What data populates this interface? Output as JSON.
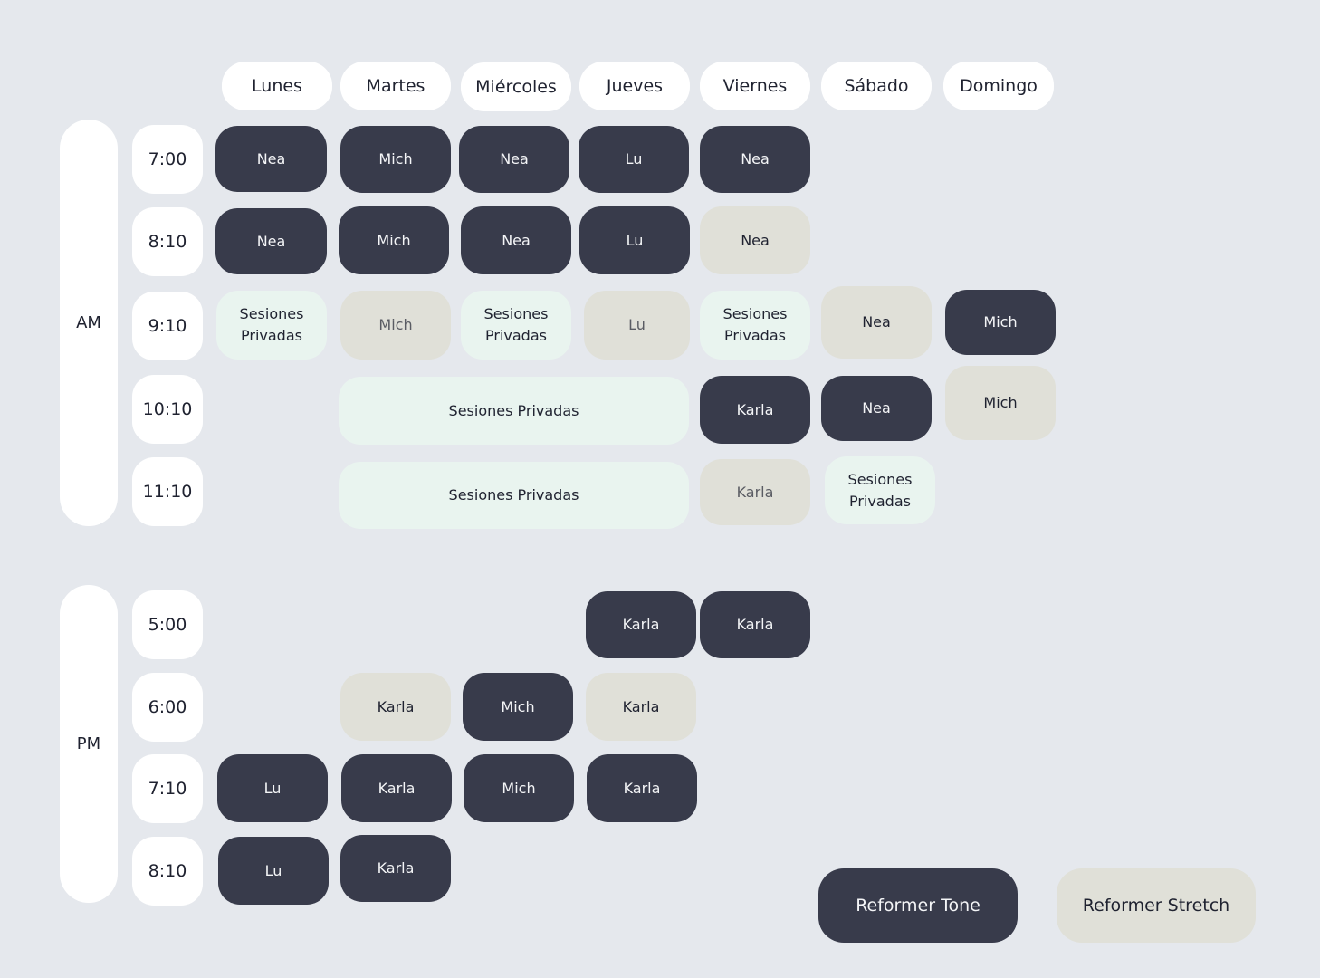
{
  "days": [
    "Lunes",
    "Martes",
    "Miércoles",
    "Jueves",
    "Viernes",
    "Sábado",
    "Domingo"
  ],
  "periods": {
    "am": "AM",
    "pm": "PM"
  },
  "am_times": [
    "7:00",
    "8:10",
    "9:10",
    "10:10",
    "11:10"
  ],
  "pm_times": [
    "5:00",
    "6:00",
    "7:10",
    "8:10"
  ],
  "am_slots": {
    "t700": [
      "Nea",
      "Mich",
      "Nea",
      "Lu",
      "Nea"
    ],
    "t810": [
      "Nea",
      "Mich",
      "Nea",
      "Lu",
      "Nea"
    ],
    "t910": [
      "Sesiones Privadas",
      "Mich",
      "Sesiones Privadas",
      "Lu",
      "Sesiones Privadas",
      "Nea",
      "Mich"
    ],
    "t1010": [
      "Sesiones Privadas",
      "Karla",
      "Nea",
      "Mich"
    ],
    "t1110": [
      "Sesiones Privadas",
      "Karla",
      "Sesiones Privadas"
    ]
  },
  "pm_slots": {
    "t500": [
      "Karla",
      "Karla"
    ],
    "t600": [
      "Karla",
      "Mich",
      "Karla"
    ],
    "t710": [
      "Lu",
      "Karla",
      "Mich",
      "Karla"
    ],
    "t810": [
      "Lu",
      "Karla"
    ]
  },
  "legend": {
    "tone": "Reformer Tone",
    "stretch": "Reformer Stretch"
  },
  "colors": {
    "background": "#e5e8ed",
    "tone": "#383b4b",
    "stretch": "#e0e0d8",
    "private": "#e9f4ef"
  }
}
